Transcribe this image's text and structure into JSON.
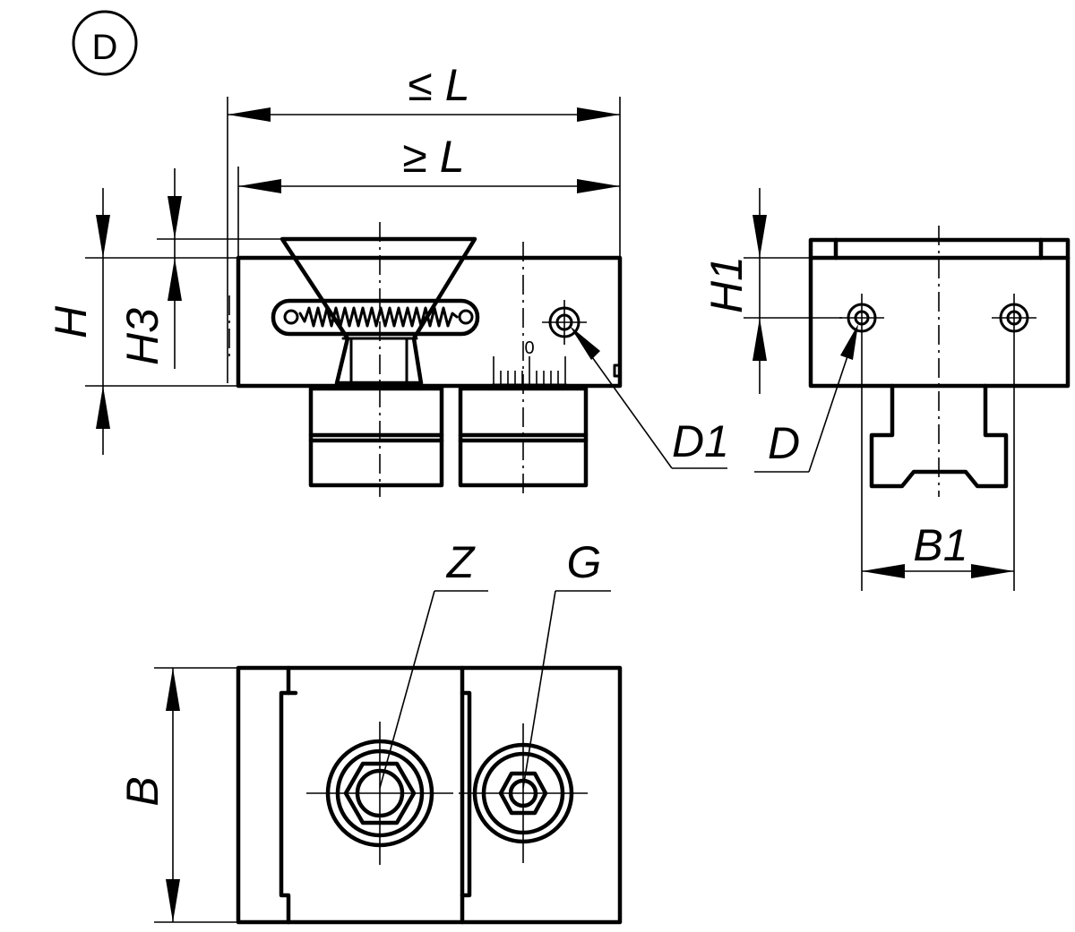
{
  "view_marker": "D",
  "dimensions": {
    "L_max": "≤ L",
    "L_min": "≥ L",
    "H": "H",
    "H3": "H3",
    "H1": "H1",
    "D1": "D1",
    "D": "D",
    "B1": "B1",
    "Z": "Z",
    "G": "G",
    "B": "B"
  },
  "scale_mark": "0"
}
